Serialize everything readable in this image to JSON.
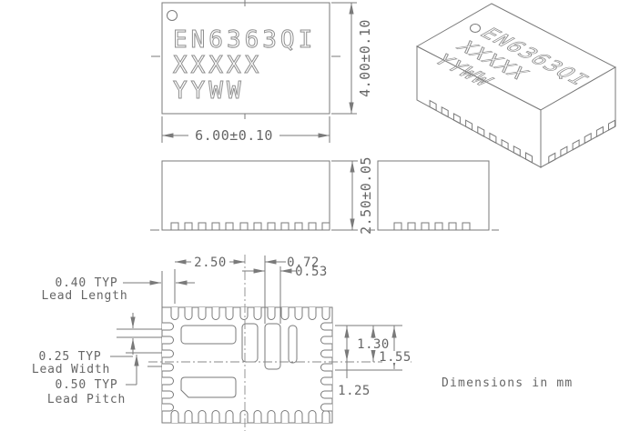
{
  "marking": {
    "line1": "EN6363QI",
    "line2": "XXXXX",
    "line3": "YYWW"
  },
  "dimensions": {
    "body_width": "6.00±0.10",
    "body_length": "4.00±0.10",
    "body_height": "2.50±0.05",
    "lead_end_to_center": "2.50",
    "center_to_pad": "0.72",
    "pad_width": "0.53",
    "pad_height_1": "1.30",
    "pad_height_2": "1.55",
    "pad_height_3": "1.25"
  },
  "callouts": {
    "lead_length": {
      "value": "0.40 TYP",
      "label": "Lead Length"
    },
    "lead_width": {
      "value": "0.25 TYP",
      "label": "Lead Width"
    },
    "lead_pitch": {
      "value": "0.50 TYP",
      "label": "Lead Pitch"
    }
  },
  "note": "Dimensions in mm",
  "colors": {
    "line": "#7a7a7a",
    "marking_outline": "#8f8f8f",
    "text": "#666666",
    "background": "#ffffff"
  }
}
